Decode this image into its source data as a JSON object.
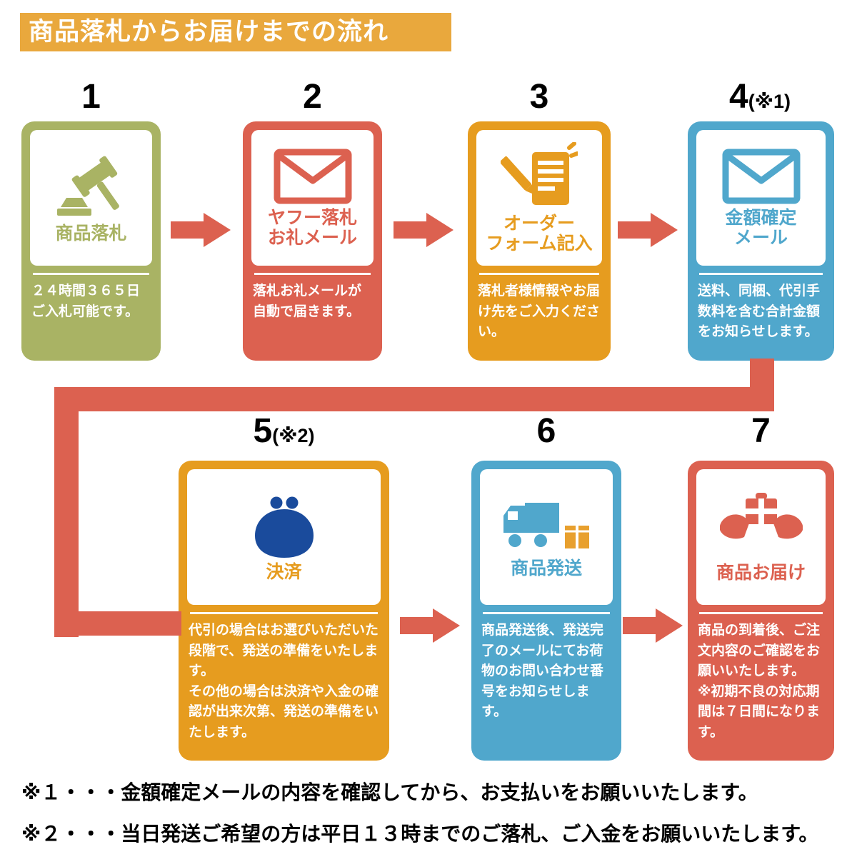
{
  "title": "商品落札からお届けまでの流れ",
  "colors": {
    "header_bg": "#E9A83D",
    "green": "#A9B364",
    "red": "#DC6150",
    "orange": "#E69C1F",
    "blue": "#50A7CC",
    "navy": "#1A4B9C",
    "box_orange": "#E8A02E",
    "text": "#111111"
  },
  "steps": [
    {
      "number": "1",
      "number_suffix": "",
      "title": "商品落札",
      "desc": "２４時間３６５日ご入札可能です。",
      "icon": "gavel-icon",
      "color_name": "green"
    },
    {
      "number": "2",
      "number_suffix": "",
      "title": "ヤフー落札\nお礼メール",
      "desc": "落札お礼メールが自動で届きます。",
      "icon": "mail-icon",
      "color_name": "red"
    },
    {
      "number": "3",
      "number_suffix": "",
      "title": "オーダー\nフォーム記入",
      "desc": "落札者様情報やお届け先をご入力ください。",
      "icon": "order-form-icon",
      "color_name": "orange"
    },
    {
      "number": "4",
      "number_suffix": "(※1)",
      "title": "金額確定\nメール",
      "desc": "送料、同梱、代引手数料を含む合計金額をお知らせします。",
      "icon": "mail-icon",
      "color_name": "blue"
    },
    {
      "number": "5",
      "number_suffix": "(※2)",
      "title": "決済",
      "desc": "代引の場合はお選びいただいた段階で、発送の準備をいたします。\nその他の場合は決済や入金の確認が出来次第、発送の準備をいたします。",
      "icon": "coin-purse-icon",
      "color_name": "orange"
    },
    {
      "number": "6",
      "number_suffix": "",
      "title": "商品発送",
      "desc": "商品発送後、発送完了のメールにてお荷物のお問い合わせ番号をお知らせします。",
      "icon": "truck-box-icon",
      "color_name": "blue"
    },
    {
      "number": "7",
      "number_suffix": "",
      "title": "商品お届け",
      "desc": "商品の到着後、ご注文内容のご確認をお願いいたします。\n※初期不良の対応期間は７日間になります。",
      "icon": "hands-package-icon",
      "color_name": "red"
    }
  ],
  "notes": [
    "※１・・・金額確定メールの内容を確認してから、お支払いをお願いいたします。",
    "※２・・・当日発送ご希望の方は平日１３時までのご落札、ご入金をお願いいたします。"
  ]
}
